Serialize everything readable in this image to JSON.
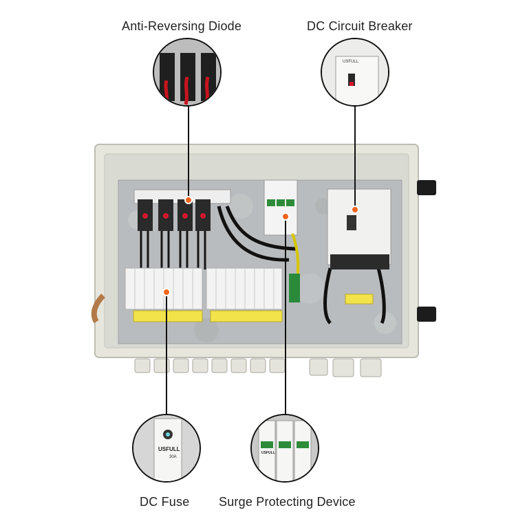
{
  "callouts": {
    "anti_reversing_diode": "Anti-Reversing Diode",
    "dc_circuit_breaker": "DC Circuit Breaker",
    "dc_fuse": "DC Fuse",
    "surge_protecting_device": "Surge Protecting Device"
  },
  "device_text": {
    "breaker_brand": "USFULL",
    "fuse_brand": "USFULL",
    "fuse_rating": "30A",
    "spd_brand": "USFULL"
  },
  "colors": {
    "enclosure": "#e6e6dc",
    "backplate": "#b9bcbe",
    "accent_dot": "#f0641e",
    "fuse_label": "#f2e34a"
  }
}
